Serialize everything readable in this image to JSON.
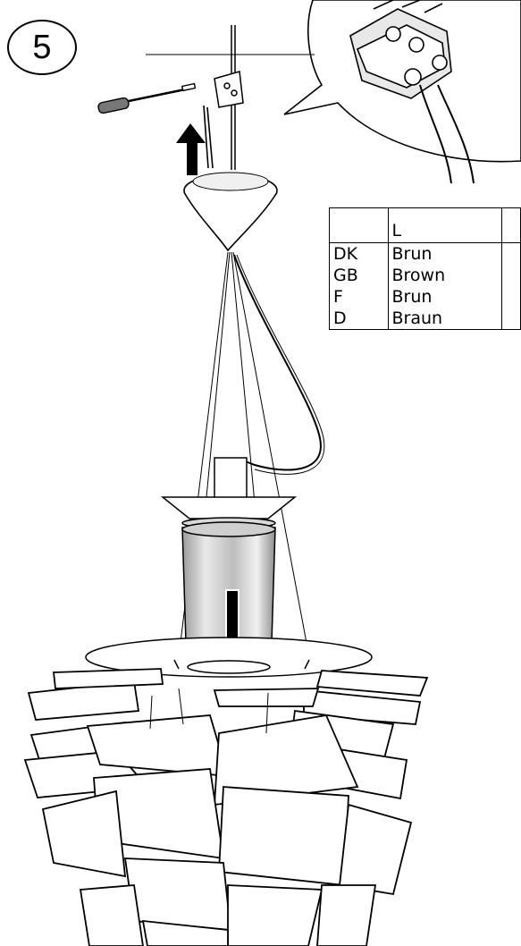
{
  "step": {
    "number": "5"
  },
  "wiring_table": {
    "header": [
      "",
      "L",
      ""
    ],
    "rows": [
      {
        "code": "DK",
        "color": "Brun"
      },
      {
        "code": "GB",
        "color": "Brown"
      },
      {
        "code": "F",
        "color": "Brun"
      },
      {
        "code": "D",
        "color": "Braun"
      }
    ]
  }
}
